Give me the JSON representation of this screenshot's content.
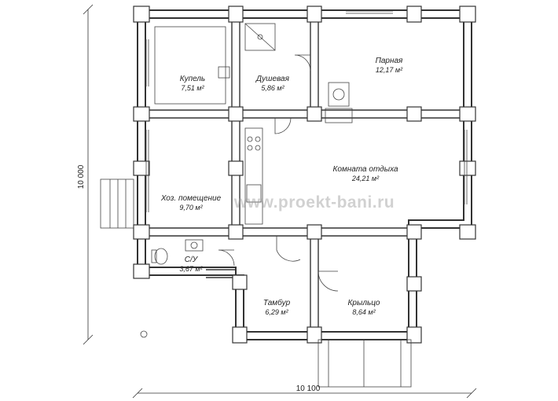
{
  "rooms": [
    {
      "id": "kupel",
      "name": "Купель",
      "area": "7,51 м²"
    },
    {
      "id": "dushevaya",
      "name": "Душевая",
      "area": "5,86 м²"
    },
    {
      "id": "parnaya",
      "name": "Парная",
      "area": "12,17 м²"
    },
    {
      "id": "komnata",
      "name": "Комната отдыха",
      "area": "24,21 м²"
    },
    {
      "id": "hoz",
      "name": "Хоз. помещение",
      "area": "9,70 м²"
    },
    {
      "id": "su",
      "name": "С/У",
      "area": "3,67 м²"
    },
    {
      "id": "tambur",
      "name": "Тамбур",
      "area": "6,29 м²"
    },
    {
      "id": "kryltso",
      "name": "Крыльцо",
      "area": "8,64 м²"
    }
  ],
  "dimensions": {
    "width": "10 100",
    "height": "10 000"
  },
  "watermark": "www.proekt-bani.ru"
}
